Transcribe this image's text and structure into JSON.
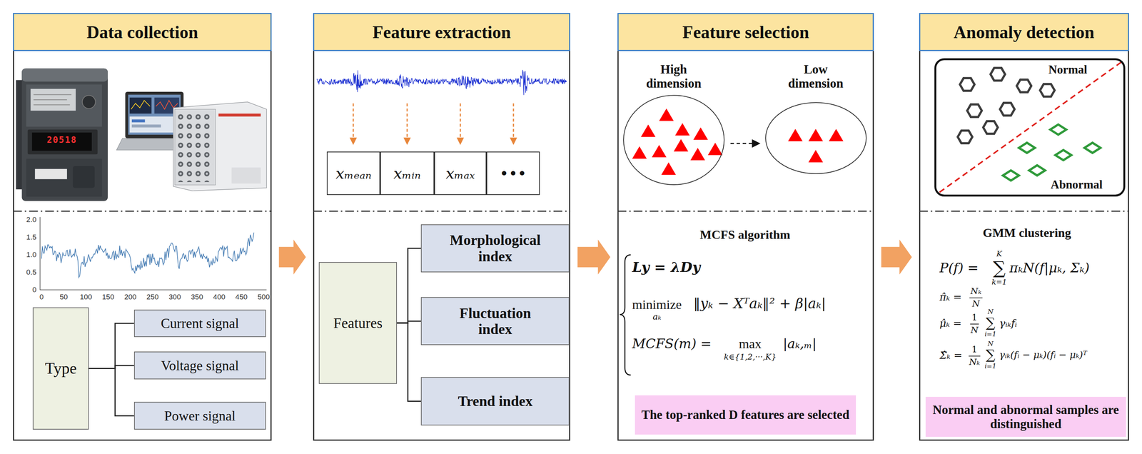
{
  "diagram": {
    "nodes": [
      {
        "text": [
          "Data collection"
        ]
      },
      {
        "text": [
          "Type"
        ],
        "in": 0
      },
      {
        "text": [
          "Current signal"
        ],
        "in": 0
      },
      {
        "text": [
          "Voltage signal"
        ],
        "in": 0
      },
      {
        "text": [
          "Power signal"
        ],
        "in": 0
      },
      {
        "text": [
          "Feature extraction"
        ]
      },
      {
        "text": [
          "xₘₑₐₙ"
        ],
        "in": 5
      },
      {
        "text": [
          "xₘᵢₙ"
        ],
        "in": 5
      },
      {
        "text": [
          "xₘₐₓ"
        ],
        "in": 5
      },
      {
        "text": [
          "•••"
        ],
        "in": 5
      },
      {
        "text": [
          "Features"
        ],
        "in": 5
      },
      {
        "text": [
          "Morphological index"
        ],
        "in": 5
      },
      {
        "text": [
          "Fluctuation index"
        ],
        "in": 5
      },
      {
        "text": [
          "Trend index"
        ],
        "in": 5
      },
      {
        "text": [
          "Feature selection"
        ]
      },
      {
        "text": [
          "High dimension"
        ],
        "in": 14
      },
      {
        "text": [
          "Low dimension"
        ],
        "in": 14
      },
      {
        "text": [
          "The top-ranked D features are selected"
        ],
        "in": 14
      },
      {
        "text": [
          "Anomaly detection"
        ]
      },
      {
        "text": [
          "Normal",
          "Abnormal"
        ],
        "in": 18
      },
      {
        "text": [
          "Normal and abnormal samples are distinguished"
        ],
        "in": 18
      }
    ],
    "edges": [
      {
        "from": 1,
        "to": 2,
        "arrow": "none"
      },
      {
        "from": 1,
        "to": 3,
        "arrow": "none"
      },
      {
        "from": 1,
        "to": 4,
        "arrow": "none"
      },
      {
        "from": 10,
        "to": 11,
        "arrow": "none"
      },
      {
        "from": 10,
        "to": 12,
        "arrow": "none"
      },
      {
        "from": 10,
        "to": 13,
        "arrow": "none"
      },
      {
        "from": 15,
        "to": 16,
        "arrow": "to"
      },
      {
        "from": 0,
        "to": 5,
        "arrow": "to"
      },
      {
        "from": 5,
        "to": 14,
        "arrow": "to"
      },
      {
        "from": 14,
        "to": 18,
        "arrow": "to"
      }
    ],
    "labels": [
      "20518",
      "2.0",
      "1.5",
      "1.0",
      "0.5",
      "0",
      "0",
      "50",
      "100",
      "150",
      "200",
      "250",
      "300",
      "350",
      "400",
      "450",
      "500",
      "MCFS algorithm",
      "Ly = λDy",
      "minimize",
      "aₖ",
      "‖yₖ − Xᵀaₖ‖² + β|aₖ|",
      "MCFS(m) =",
      "max",
      "k∈{1,2,···,K}",
      "|aₖ,ₘ|",
      "GMM clustering",
      "P(f) =",
      "K",
      "∑",
      "k=1",
      "πₖN(f|μₖ, Σₖ)",
      "π̂ₖ =",
      "Nₖ",
      "N",
      "μ̂ₖ =",
      "1",
      "N",
      "N",
      "∑",
      "i=1",
      "γᵢₖfᵢ",
      "Σ̂ₖ =",
      "1",
      "Nₖ",
      "N",
      "∑",
      "i=1",
      "γᵢₖ(fᵢ − μₖ)(fᵢ − μₖ)ᵀ"
    ]
  }
}
